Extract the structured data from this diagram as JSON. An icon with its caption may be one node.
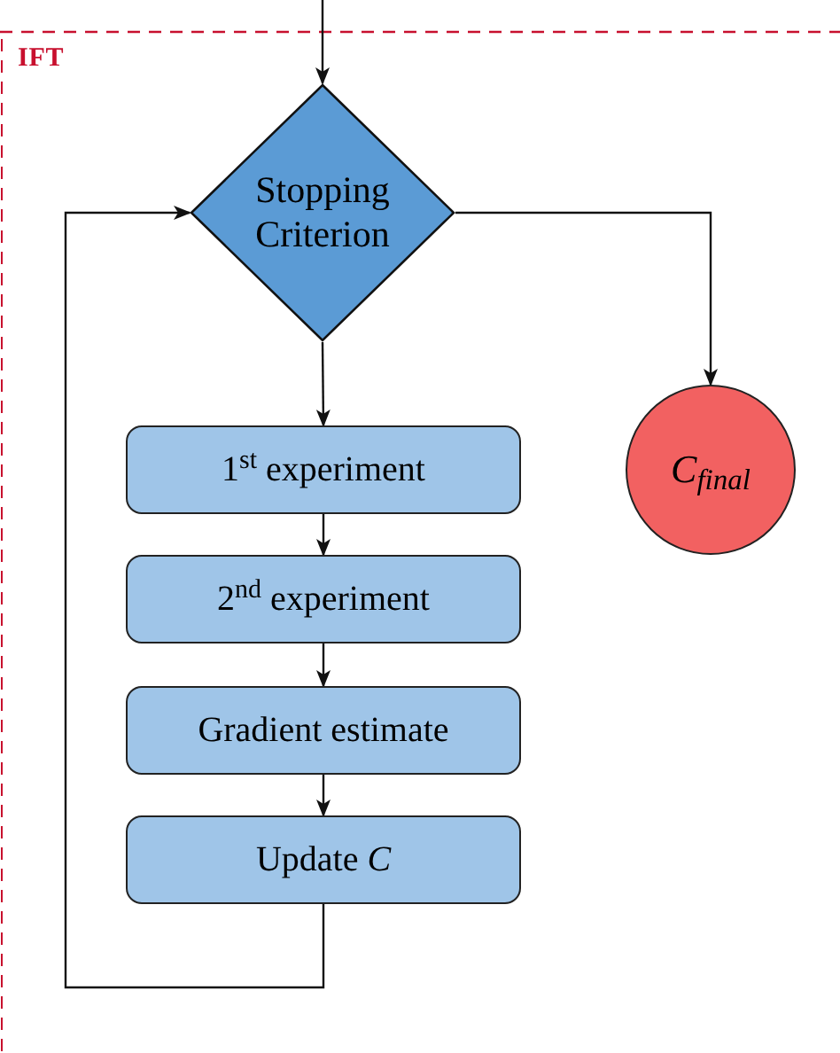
{
  "diagram": {
    "nodes": [
      {
        "text": [
          "Stopping Criterion"
        ]
      },
      {
        "text": [
          "1$^{st}$ experiment"
        ]
      },
      {
        "text": [
          "2$^{nd}$ experiment"
        ]
      },
      {
        "text": [
          "Gradient estimate"
        ]
      },
      {
        "text": [
          "Update *C*"
        ]
      },
      {
        "text": [
          "*C*$_{final}$"
        ]
      }
    ],
    "edges": [
      {
        "from": null,
        "to": 0,
        "arrow": "to"
      },
      {
        "from": 0,
        "to": 5,
        "arrow": "to"
      },
      {
        "from": 0,
        "to": 1,
        "arrow": "to"
      },
      {
        "from": 1,
        "to": 2,
        "arrow": "to"
      },
      {
        "from": 2,
        "to": 3,
        "arrow": "to"
      },
      {
        "from": 3,
        "to": 4,
        "arrow": "to"
      },
      {
        "from": 4,
        "to": 0,
        "arrow": "to"
      }
    ],
    "labels": [
      "IFT"
    ]
  }
}
